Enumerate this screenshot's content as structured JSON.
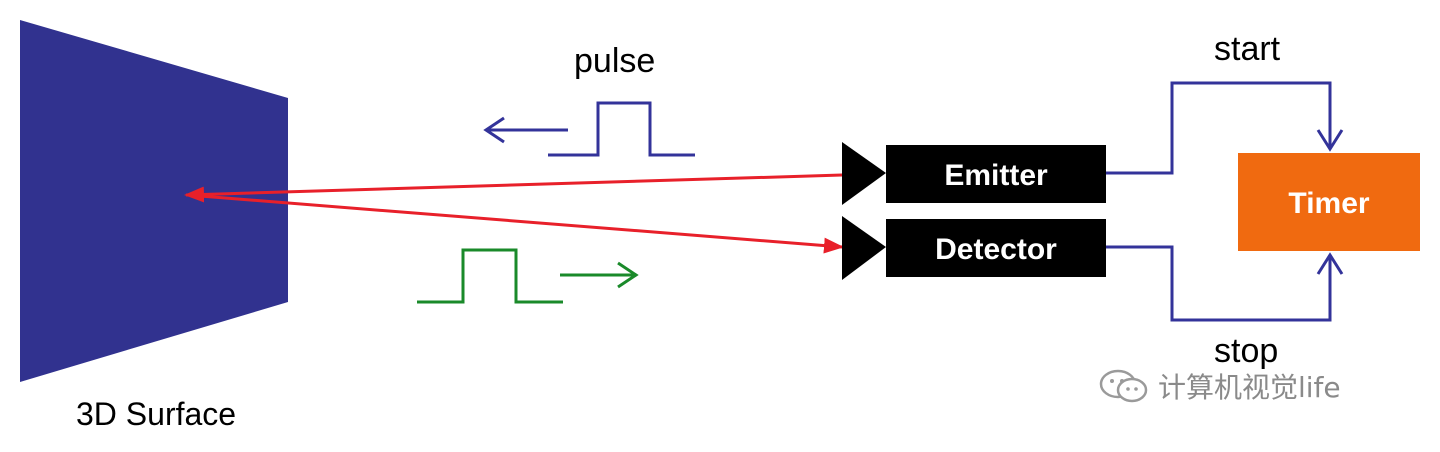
{
  "labels": {
    "surface": "3D Surface",
    "pulse": "pulse",
    "emitter": "Emitter",
    "detector": "Detector",
    "timer": "Timer",
    "start": "start",
    "stop": "stop"
  },
  "watermark": {
    "text": "计算机视觉life",
    "icon": "wechat-icon"
  },
  "colors": {
    "surface": "#31328f",
    "laser": "#e8202a",
    "outgoing_pulse": "#33339a",
    "return_pulse": "#1a8a2a",
    "timer": "#f06a10",
    "box": "#000000"
  }
}
